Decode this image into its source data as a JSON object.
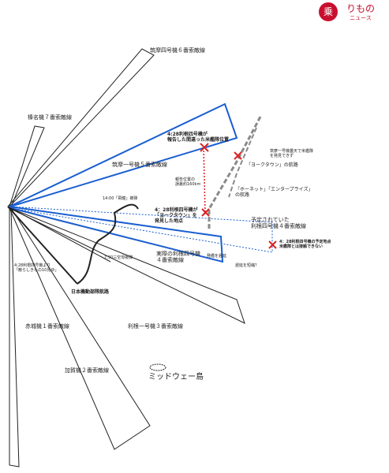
{
  "logo": {
    "mark": "乗",
    "brand": "りもの",
    "sub": "ニュース"
  },
  "search_lines": {
    "chikuma4_6": "筑摩四号機６番索敵線",
    "haruna7": "榛名機７番索敵線",
    "chikuma1_5": "筑摩一号機５番索敵線",
    "akagi1": "赤城機１番索敵線",
    "kaga2": "加賀機２番索敵線",
    "tone1_3": "利根一号機３番索敵線",
    "tone4_actual": "実際の利根四号機\n４番索敵線",
    "tone4_planned": "予定されていた\n利根四号機４番索敵線"
  },
  "annotations": {
    "tone4_reported": "4:28利根四号機が\n報告した間違った米艦隊位置",
    "chikuma1_note": "筑摩一号機曇天で米艦隊\nを発見できず",
    "yorktown_route": "「ヨークタウン」の航路",
    "hornet_route": "「ホーネット」「エンタープライズ」\nの航路",
    "error_label": "報告位置の\n誤差約160km",
    "tone4_found": "4：28利根四号機が\n「ヨークタウン」を\n発見した地点",
    "planned_point": "4：28利根四号機の予定地点\n米艦隊とは接触できない",
    "hiryu_note": "14:00「飛龍」被弾",
    "akagi_note": "7:30三空母被弾",
    "delay_note": "4:28利根四号機より\n「敵らしきもの10見ゆ」",
    "japan_route": "日本機動部隊航路",
    "delay_label": "発艦を遅延",
    "delay_range": "遅延を短縮？",
    "midway": "ミッドウェー島"
  },
  "colors": {
    "blue_line": "#1a5fd0",
    "dark_line": "#222222",
    "red_mark": "#dd2222",
    "gray_route": "#8a8a8a",
    "logo_red": "#c8102e"
  }
}
